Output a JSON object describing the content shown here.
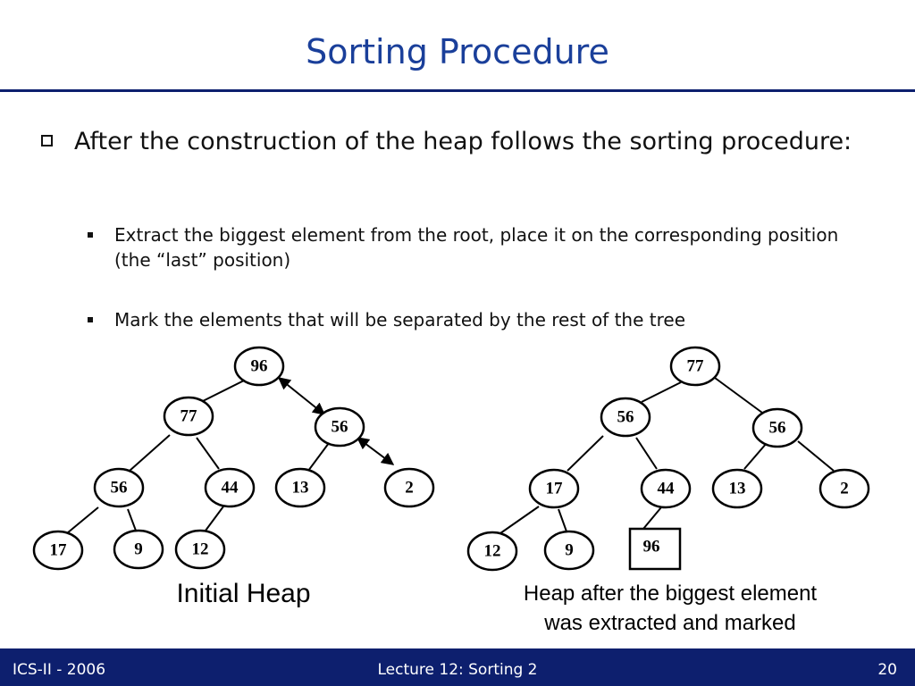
{
  "slide": {
    "title": "Sorting Procedure",
    "bullet": "After the construction of the heap follows the sorting procedure:",
    "sub_bullets": [
      "Extract the biggest element from the root, place it on  the corresponding position (the “last” position)",
      "Mark the elements that will be separated by the rest of the tree"
    ],
    "captions": {
      "left": "Initial Heap",
      "right_line1": "Heap after the biggest element",
      "right_line2": "was extracted  and marked"
    }
  },
  "trees": {
    "left": {
      "nodes": [
        "96",
        "77",
        "56",
        "56",
        "44",
        "13",
        "2",
        "17",
        "9",
        "12"
      ]
    },
    "right": {
      "nodes": [
        "77",
        "56",
        "56",
        "17",
        "44",
        "13",
        "2",
        "12",
        "9",
        "96"
      ]
    }
  },
  "footer": {
    "left": "ICS-II - 2006",
    "center": "Lecture 12: Sorting 2",
    "right": "20"
  },
  "colors": {
    "title": "#1a3f9a",
    "footer_bg": "#0d1f6e"
  }
}
